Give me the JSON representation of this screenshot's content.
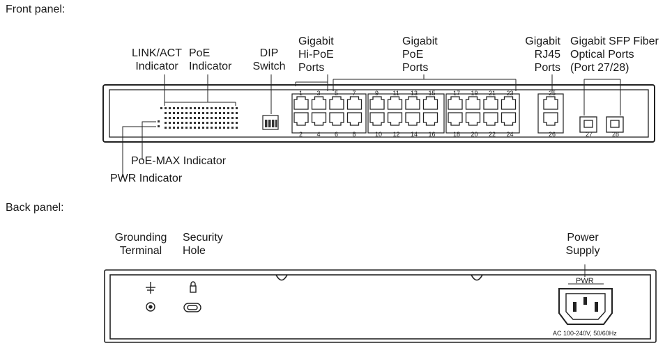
{
  "front_panel": {
    "title": "Front panel:",
    "callouts": {
      "link_act": "LINK/ACT\nIndicator",
      "poe_indicator": "PoE\nIndicator",
      "dip": "DIP\nSwitch",
      "hi_poe": "Gigabit\nHi-PoE\nPorts",
      "poe_ports": "Gigabit\nPoE\nPorts",
      "rj45": "Gigabit\nRJ45\nPorts",
      "sfp": "Gigabit SFP Fiber\nOptical Ports\n(Port 27/28)",
      "poe_max": "PoE-MAX Indicator",
      "pwr": "PWR Indicator"
    },
    "port_numbers_top": [
      "1",
      "3",
      "5",
      "7",
      "9",
      "11",
      "13",
      "15",
      "17",
      "19",
      "21",
      "23"
    ],
    "port_numbers_bottom": [
      "2",
      "4",
      "6",
      "8",
      "10",
      "12",
      "14",
      "16",
      "18",
      "20",
      "22",
      "24"
    ],
    "rj45_numbers": [
      "25",
      "26"
    ],
    "sfp_numbers": [
      "27",
      "28"
    ]
  },
  "back_panel": {
    "title": "Back panel:",
    "callouts": {
      "grounding": "Grounding\nTerminal",
      "security": "Security\nHole",
      "power": "Power\nSupply"
    },
    "pwr_label": "PWR",
    "ac_label": "AC 100-240V, 50/60Hz"
  }
}
